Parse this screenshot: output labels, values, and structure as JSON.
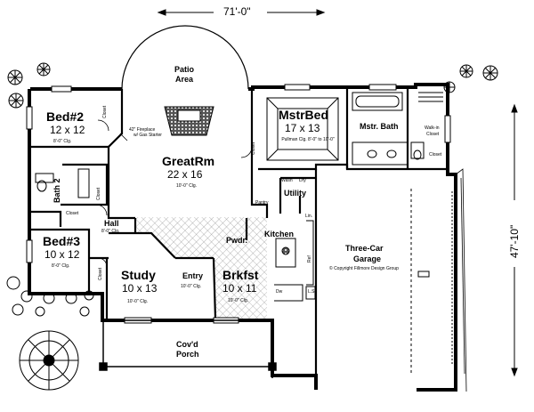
{
  "dimensions": {
    "width": "71'-0\"",
    "depth": "47'-10\""
  },
  "rooms": {
    "patio": {
      "name": "Patio",
      "sub": "Area"
    },
    "master_bed": {
      "name": "MstrBed",
      "size": "17 x 13",
      "ceiling": "Pullman Clg. 8'-0\" to 10'-0\""
    },
    "master_bath": {
      "name": "Mstr. Bath"
    },
    "walk_in_closet": {
      "name": "Walk-in",
      "sub": "Closet"
    },
    "bed2": {
      "name": "Bed#2",
      "size": "12 x 12",
      "ceiling": "8'-0\" Clg."
    },
    "great_room": {
      "name": "GreatRm",
      "size": "22 x 16",
      "ceiling": "10'-0\" Clg."
    },
    "fireplace_note": {
      "line1": "42\" Fireplace",
      "line2": "w/ Gas Starter"
    },
    "bath2": {
      "name": "Bath 2"
    },
    "hall": {
      "name": "Hall",
      "ceiling": "8'-0\" Clg."
    },
    "bed3": {
      "name": "Bed#3",
      "size": "10 x 12",
      "ceiling": "8'-0\" Clg."
    },
    "study": {
      "name": "Study",
      "size": "10 x 13",
      "ceiling": "10'-0\" Clg."
    },
    "entry": {
      "name": "Entry",
      "ceiling": "10'-0\" Clg."
    },
    "breakfast": {
      "name": "Brkfst",
      "size": "10 x 11",
      "ceiling": "10'-0\" Clg."
    },
    "kitchen": {
      "name": "Kitchen"
    },
    "powder": {
      "name": "Pwdr."
    },
    "pantry": {
      "name": "Pantry"
    },
    "utility": {
      "name": "Utility"
    },
    "garage": {
      "name": "Three-Car",
      "sub": "Garage"
    },
    "porch": {
      "name": "Cov'd",
      "sub": "Porch"
    }
  },
  "closets": [
    "Closet",
    "Closet",
    "Closet",
    "Closet",
    "Closet",
    "Closet"
  ],
  "fixtures": {
    "washer": "Wash",
    "dryer": "Dry",
    "linen": "Lin.",
    "refrigerator": "Ref",
    "dishwasher": "Dw",
    "broom_closet": "L.S."
  },
  "copyright": "© Copyright Fillmore Design Group"
}
